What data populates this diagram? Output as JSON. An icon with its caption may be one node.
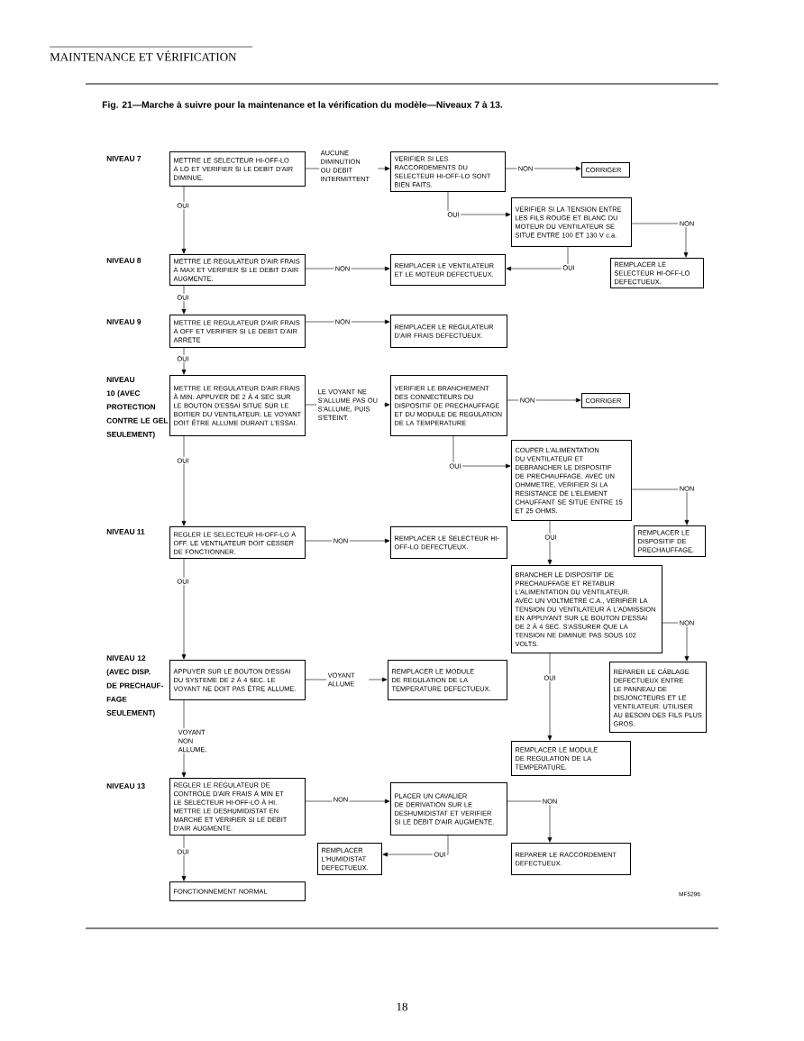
{
  "diagram": {
    "title": "Fig. 21—Marche à suivre pour la maintenance et la vérification du modèle—Niveaux 7 à 13.",
    "nodes": [
      {
        "text": [
          "METTRE LE SELECTEUR HI-OFF-LO À LO ET VERIFIER SI LE DEBIT D'AIR DIMINUE."
        ]
      },
      {
        "text": [
          "VERIFIER SI LES RACCORDEMENTS DU SELECTEUR HI-OFF-LO SONT BIEN FAITS."
        ]
      },
      {
        "text": [
          "CORRIGER"
        ]
      },
      {
        "text": [
          "VERIFIER SI LA TENSION ENTRE LES FILS ROUGE ET BLANC DU MOTEUR DU VENTILATEUR SE SITUE ENTRE 100 ET 130 V c.a."
        ]
      },
      {
        "text": [
          "METTRE LE REGULATEUR D'AIR FRAIS À MAX ET VERIFIER SI LE DEBIT D'AIR AUGMENTE."
        ]
      },
      {
        "text": [
          "REMPLACER LE VENTILATEUR ET LE MOTEUR DEFECTUEUX."
        ]
      },
      {
        "text": [
          "REMPLACER LE SELECTEUR HI-OFF-LO DEFECTUEUX."
        ]
      },
      {
        "text": [
          "METTRE LE REGULATEUR D'AIR FRAIS À OFF ET VERIFIER SI LE DEBIT D'AIR ARRETE"
        ]
      },
      {
        "text": [
          "REMPLACER LE REGULATEUR D'AIR FRAIS DEFECTUEUX."
        ]
      },
      {
        "text": [
          "METTRE LE REGULATEUR D'AIR FRAIS À MIN. APPUYER DE 2 À 4 SEC SUR LE BOUTON D'ESSAI SITUE SUR LE BOITIER DU VENTILATEUR. LE VOYANT DOIT ÊTRE ALLUME DURANT L'ESSAI."
        ]
      },
      {
        "text": [
          "VERIFIER LE BRANCHEMENT DES CONNECTEURS DU DISPOSITIF DE PRECHAUFFAGE ET DU MODULE DE REGULATION DE LA TEMPERATURE"
        ]
      },
      {
        "text": [
          "CORRIGER"
        ]
      },
      {
        "text": [
          "COUPER L'ALIMENTATION DU VENTILATEUR ET DEBRANCHER LE DISPOSITIF DE PRECHAUFFAGE. AVEC UN OHMMETRE, VERIFIER SI LA RESISTANCE DE L'ELEMENT CHAUFFANT SE SITUE ENTRE 15 ET 25 OHMS."
        ]
      },
      {
        "text": [
          "REGLER LE SELECTEUR HI-OFF-LO À OFF. LE VENTILATEUR DOIT CESSER DE FONCTIONNER."
        ]
      },
      {
        "text": [
          "REMPLACER LE SELECTEUR HI-OFF-LO DEFECTUEUX."
        ]
      },
      {
        "text": [
          "REMPLACER LE DISPOSITIF DE PRECHAUFFAGE."
        ]
      },
      {
        "text": [
          "BRANCHER LE DISPOSITIF DE PRECHAUFFAGE ET RETABLIR L'ALIMENTATION DU VENTILATEUR. AVEC UN VOLTMETRE C.A., VERIFIER LA TENSION DU VENTILATEUR À L'ADMISSION EN APPUYANT SUR LE BOUTON D'ESSAI DE 2 À 4 SEC. S'ASSURER QUE LA TENSION NE DIMINUE PAS SOUS 102 VOLTS."
        ]
      },
      {
        "text": [
          "APPUYER SUR LE BOUTON D'ESSAI DU SYSTEME DE 2 À 4 SEC. LE VOYANT NE DOIT PAS ÊTRE ALLUME."
        ]
      },
      {
        "text": [
          "REMPLACER LE MODULE DE REGULATION DE LA TEMPERATURE DEFECTUEUX."
        ]
      },
      {
        "text": [
          "REPARER LE CÂBLAGE DEFECTUEUX ENTRE LE PANNEAU DE DISJONCTEURS ET LE VENTILATEUR. UTILISER AU BESOIN DES FILS PLUS GROS."
        ]
      },
      {
        "text": [
          "REMPLACER LE MODULE DE REGULATION DE LA TEMPERATURE."
        ]
      },
      {
        "text": [
          "REGLER LE REGULATEUR DE CONTRÔLE D'AIR FRAIS À MIN ET LE SELECTEUR HI-OFF-LO À HI. METTRE LE DESHUMIDISTAT EN MARCHE ET VERIFIER SI LE DEBIT D'AIR AUGMENTE."
        ]
      },
      {
        "text": [
          "PLACER UN CAVALIER DE DERIVATION SUR LE DESHUMIDISTAT ET VERIFIER SI LE DEBIT D'AIR AUGMENTE."
        ]
      },
      {
        "text": [
          "REMPLACER L'HUMIDISTAT DEFECTUEUX."
        ]
      },
      {
        "text": [
          "REPARER LE RACCORDEMENT DEFECTUEUX."
        ]
      },
      {
        "text": [
          "FONCTIONNEMENT NORMAL"
        ]
      }
    ],
    "edges": [
      {
        "from": 0,
        "to": 1,
        "arrow": "to",
        "label": "AUCUNE DIMINUTION OU DEBIT INTERMITTENT"
      },
      {
        "from": 1,
        "to": 2,
        "arrow": "to",
        "label": "NON"
      },
      {
        "from": 1,
        "to": 3,
        "arrow": "to",
        "label": "OUI"
      },
      {
        "from": 3,
        "to": 6,
        "arrow": "to",
        "label": "NON"
      },
      {
        "from": 3,
        "to": 5,
        "arrow": "to",
        "label": "OUI"
      },
      {
        "from": 0,
        "to": 4,
        "arrow": "to",
        "label": "OUI"
      },
      {
        "from": 4,
        "to": 5,
        "arrow": "to",
        "label": "NON"
      },
      {
        "from": 4,
        "to": 7,
        "arrow": "to",
        "label": "OUI"
      },
      {
        "from": 7,
        "to": 8,
        "arrow": "to",
        "label": "NON"
      },
      {
        "from": 7,
        "to": 9,
        "arrow": "to",
        "label": "OUI"
      },
      {
        "from": 9,
        "to": 10,
        "arrow": "to",
        "label": "LE VOYANT NE S'ALLUME PAS OU S'ALLUME, PUIS S'ETEINT."
      },
      {
        "from": 10,
        "to": 11,
        "arrow": "to",
        "label": "NON"
      },
      {
        "from": 10,
        "to": 12,
        "arrow": "to",
        "label": "OUI"
      },
      {
        "from": 12,
        "to": 15,
        "arrow": "to",
        "label": "NON"
      },
      {
        "from": 12,
        "to": 16,
        "arrow": "to",
        "label": "OUI"
      },
      {
        "from": 9,
        "to": 13,
        "arrow": "to",
        "label": "OUI"
      },
      {
        "from": 13,
        "to": 14,
        "arrow": "to",
        "label": "NON"
      },
      {
        "from": 13,
        "to": 17,
        "arrow": "to",
        "label": "OUI"
      },
      {
        "from": 16,
        "to": 19,
        "arrow": "to",
        "label": "NON"
      },
      {
        "from": 16,
        "to": 20,
        "arrow": "to",
        "label": "OUI"
      },
      {
        "from": 17,
        "to": 18,
        "arrow": "to",
        "label": "VOYANT ALLUME"
      },
      {
        "from": 17,
        "to": 21,
        "arrow": "to",
        "label": "VOYANT NON ALLUME."
      },
      {
        "from": 21,
        "to": 22,
        "arrow": "to",
        "label": "NON"
      },
      {
        "from": 22,
        "to": 24,
        "arrow": "to",
        "label": "NON"
      },
      {
        "from": 22,
        "to": 23,
        "arrow": "to",
        "label": "OUI"
      },
      {
        "from": 21,
        "to": 25,
        "arrow": "to",
        "label": "OUI"
      }
    ],
    "labels": [
      "MAINTENANCE ET VÉRIFICATION",
      "NIVEAU 7",
      "NIVEAU 8",
      "NIVEAU 9",
      "NIVEAU 10 (AVEC PROTECTION CONTRE LE GEL SEULEMENT)",
      "NIVEAU 11",
      "NIVEAU 12 (AVEC DISP. DE PRECHAUF-FAGE SEULEMENT)",
      "NIVEAU 13",
      "MF5296",
      "18"
    ]
  }
}
